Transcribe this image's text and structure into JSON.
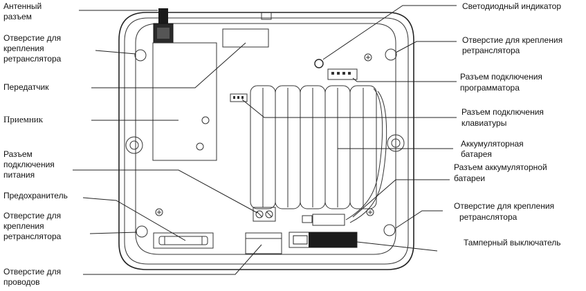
{
  "labels": {
    "antenna": [
      "Антенный",
      "разъем"
    ],
    "mount_hole_top_left": [
      "Отверстие для",
      "крепления",
      "ретранслятора"
    ],
    "transmitter": [
      "Передатчик"
    ],
    "receiver": [
      "Приемник"
    ],
    "power_connector": [
      "Разъем",
      "подключения",
      "питания"
    ],
    "fuse": [
      "Предохранитель"
    ],
    "mount_hole_bottom_left": [
      "Отверстие для",
      "крепления",
      "ретранслятора"
    ],
    "wire_hole": [
      "Отверстие для",
      "проводов"
    ],
    "led": [
      "Светодиодный индикатор"
    ],
    "mount_hole_top_right": [
      "Отверстие для крепления",
      "ретранслятора"
    ],
    "programmer_connector": [
      "Разъем подключения",
      "программатора"
    ],
    "keypad_connector": [
      "Разъем подключения",
      "клавиатуры"
    ],
    "battery": [
      "Аккумуляторная",
      "батарея"
    ],
    "battery_connector": [
      "Разъем аккумуляторной",
      "батареи"
    ],
    "mount_hole_bottom_right": [
      "Отверстие для крепления",
      "ретранслятора"
    ],
    "tamper_switch": [
      "Тамперный выключатель"
    ]
  }
}
